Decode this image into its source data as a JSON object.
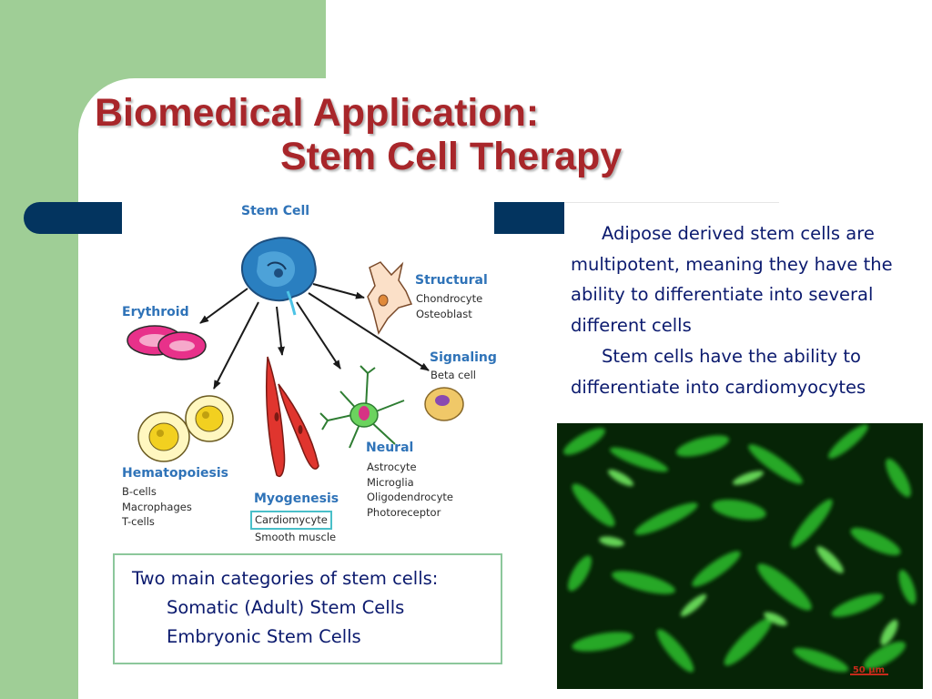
{
  "slide": {
    "title_line1": "Biomedical Application:",
    "title_line2": "Stem Cell Therapy",
    "colors": {
      "title": "#a8262a",
      "green_band": "#9fce96",
      "navy_bar": "#03345f",
      "body_text": "#0b1a6e",
      "diagram_heading": "#2f73b8"
    }
  },
  "diagram": {
    "stem_cell": "Stem Cell",
    "structural": {
      "heading": "Structural",
      "items": [
        "Chondrocyte",
        "Osteoblast"
      ]
    },
    "erythroid": {
      "heading": "Erythroid"
    },
    "signaling": {
      "heading": "Signaling",
      "items": [
        "Beta cell"
      ]
    },
    "hematopoiesis": {
      "heading": "Hematopoiesis",
      "items": [
        "B-cells",
        "Macrophages",
        "T-cells"
      ]
    },
    "neural": {
      "heading": "Neural",
      "items": [
        "Astrocyte",
        "Microglia",
        "Oligodendrocyte",
        "Photoreceptor"
      ]
    },
    "myogenesis": {
      "heading": "Myogenesis",
      "items": [
        "Cardiomycyte",
        "Smooth muscle"
      ]
    }
  },
  "body_text": {
    "paragraph1": "Adipose derived stem cells are multipotent, meaning they have the ability to differentiate into several different cells",
    "paragraph2": "Stem cells have the ability to differentiate into cardiomyocytes"
  },
  "categories": {
    "heading": "Two main categories of stem cells:",
    "items": [
      "Somatic (Adult) Stem Cells",
      "Embryonic Stem Cells"
    ]
  },
  "micrograph": {
    "scale_bar": "50 μm"
  }
}
